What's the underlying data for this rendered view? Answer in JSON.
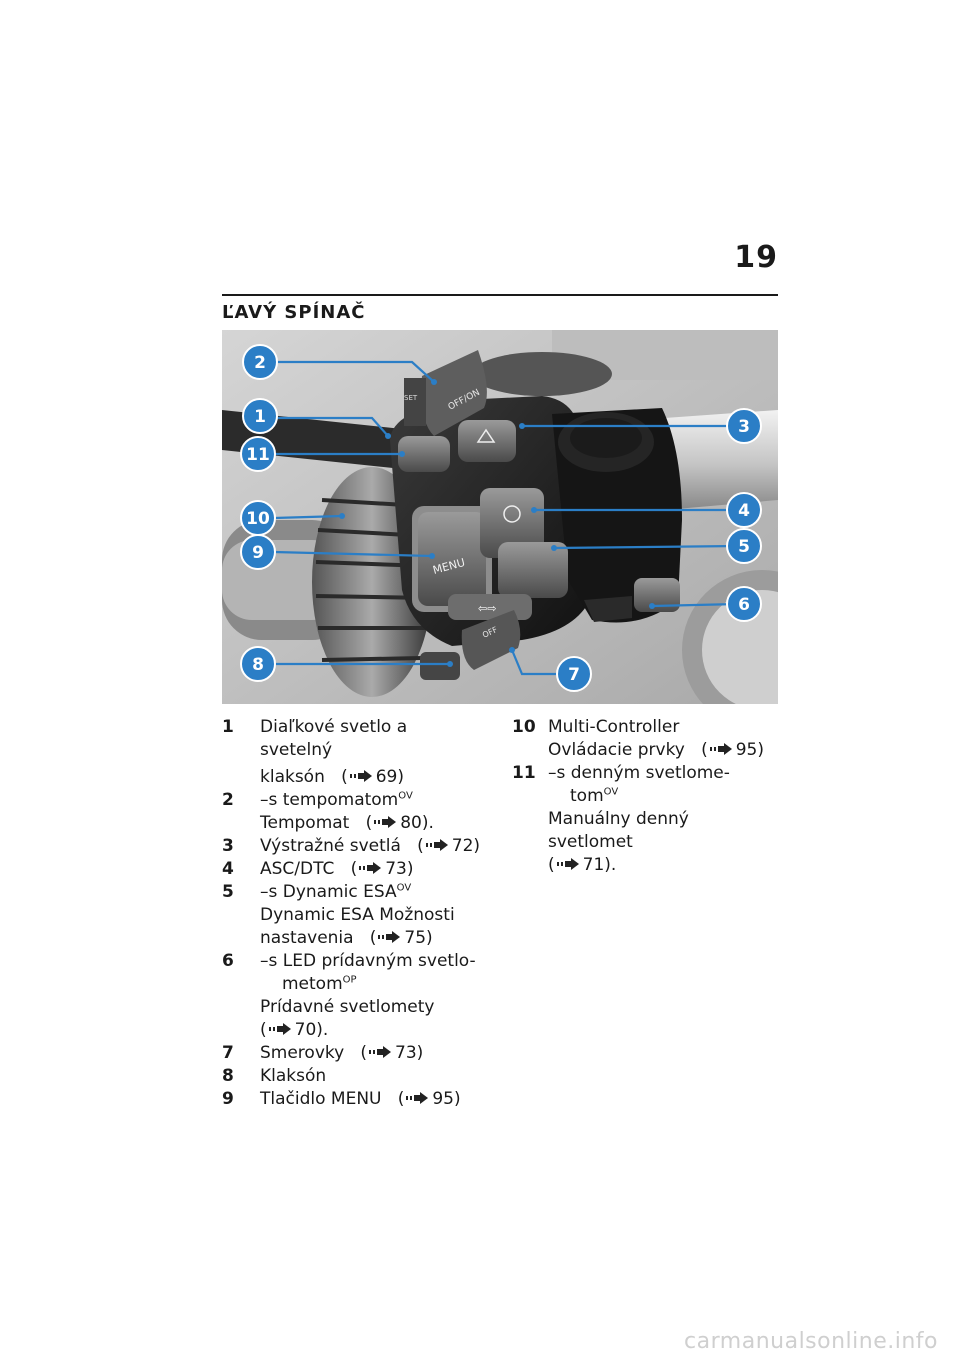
{
  "page": {
    "number": "19",
    "title": "ĽAVÝ SPÍNAČ"
  },
  "figure": {
    "callouts": [
      "1",
      "2",
      "3",
      "4",
      "5",
      "6",
      "7",
      "8",
      "9",
      "10",
      "11"
    ],
    "engraved_labels": {
      "menu": "MENU",
      "off_on": "OFF/ON",
      "off": "OFF",
      "set": "SET"
    },
    "accent_color": "#2b7ec6"
  },
  "legend": {
    "items": [
      {
        "num": "1",
        "text1": "Diaľkové svetlo a svetelný",
        "text2": "klaksón",
        "ref": "69)"
      },
      {
        "num": "2",
        "prefix": "–s tempomatom",
        "sup": "OV",
        "text1": "Tempomat",
        "ref": "80)."
      },
      {
        "num": "3",
        "text1": "Výstražné svetlá",
        "ref": "72)"
      },
      {
        "num": "4",
        "text1": "ASC/DTC",
        "ref": "73)"
      },
      {
        "num": "5",
        "prefix": "–s Dynamic ESA",
        "sup": "OV",
        "text1": "Dynamic ESA Možnosti",
        "text2": "nastavenia",
        "ref": "75)"
      },
      {
        "num": "6",
        "prefix": "–s LED prídavným svetlo-",
        "prefix2": "metom",
        "sup": "OP",
        "text1": "Prídavné svetlomety",
        "ref": "70)."
      },
      {
        "num": "7",
        "text1": "Smerovky",
        "ref": "73)"
      },
      {
        "num": "8",
        "text1": "Klaksón"
      },
      {
        "num": "9",
        "text1": "Tlačidlo MENU",
        "ref": "95)"
      },
      {
        "num": "10",
        "text1": "Multi-Controller",
        "text2": "Ovládacie prvky",
        "ref": "95)"
      },
      {
        "num": "11",
        "prefix": "–s denným svetlome-",
        "prefix2": "tom",
        "sup": "OV",
        "text1": "Manuálny denný svetlomet",
        "ref": "71)."
      }
    ]
  },
  "watermark": "carmanualsonline.info"
}
